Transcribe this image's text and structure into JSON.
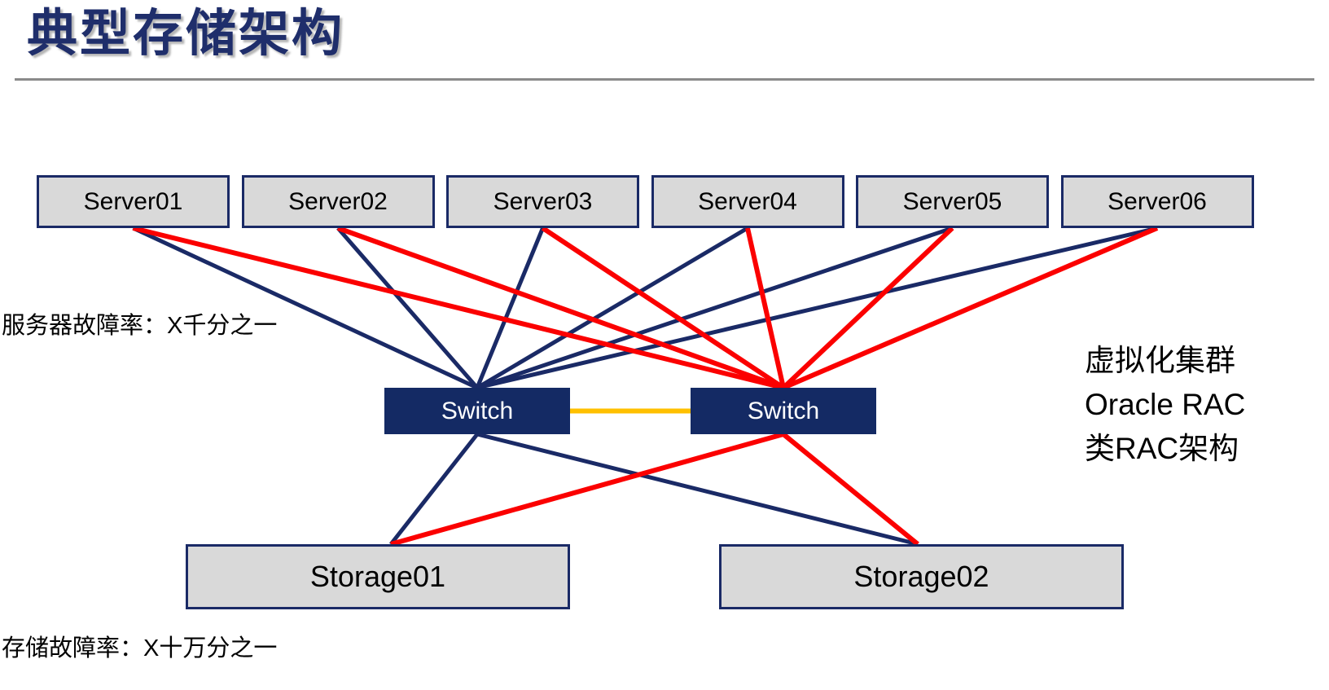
{
  "slide": {
    "title": "典型存储架构",
    "labels": {
      "server_failure_rate": "服务器故障率：X千分之一",
      "storage_failure_rate": "存储故障率：X十万分之一",
      "right_note_lines": [
        "虚拟化集群",
        "Oracle RAC",
        "类RAC架构"
      ]
    }
  },
  "diagram": {
    "nodes": {
      "servers": [
        {
          "id": "server-1",
          "label": "Server01"
        },
        {
          "id": "server-2",
          "label": "Server02"
        },
        {
          "id": "server-3",
          "label": "Server03"
        },
        {
          "id": "server-4",
          "label": "Server04"
        },
        {
          "id": "server-5",
          "label": "Server05"
        },
        {
          "id": "server-6",
          "label": "Server06"
        }
      ],
      "switches": [
        {
          "id": "switch-1",
          "label": "Switch"
        },
        {
          "id": "switch-2",
          "label": "Switch"
        }
      ],
      "storages": [
        {
          "id": "storage-1",
          "label": "Storage01"
        },
        {
          "id": "storage-2",
          "label": "Storage02"
        }
      ]
    },
    "connections": [
      {
        "from": "server-1",
        "to": "switch-1",
        "color": "navy"
      },
      {
        "from": "server-2",
        "to": "switch-1",
        "color": "navy"
      },
      {
        "from": "server-3",
        "to": "switch-1",
        "color": "navy"
      },
      {
        "from": "server-4",
        "to": "switch-1",
        "color": "navy"
      },
      {
        "from": "server-5",
        "to": "switch-1",
        "color": "navy"
      },
      {
        "from": "server-6",
        "to": "switch-1",
        "color": "navy"
      },
      {
        "from": "server-1",
        "to": "switch-2",
        "color": "red"
      },
      {
        "from": "server-2",
        "to": "switch-2",
        "color": "red"
      },
      {
        "from": "server-3",
        "to": "switch-2",
        "color": "red"
      },
      {
        "from": "server-4",
        "to": "switch-2",
        "color": "red"
      },
      {
        "from": "server-5",
        "to": "switch-2",
        "color": "red"
      },
      {
        "from": "server-6",
        "to": "switch-2",
        "color": "red"
      },
      {
        "from": "switch-1",
        "to": "storage-1",
        "color": "navy"
      },
      {
        "from": "switch-1",
        "to": "storage-2",
        "color": "navy"
      },
      {
        "from": "switch-2",
        "to": "storage-1",
        "color": "red"
      },
      {
        "from": "switch-2",
        "to": "storage-2",
        "color": "red"
      },
      {
        "from": "switch-1",
        "to": "switch-2",
        "color": "orange"
      }
    ],
    "colors": {
      "navy": "#1a2a66",
      "red": "#fb0000",
      "orange": "#ffc000",
      "box_fill": "#d9d9d9",
      "box_border": "#1a2a66",
      "switch_fill": "#142a64",
      "switch_text": "#ffffff",
      "title": "#1f2e6b",
      "divider": "#8a8a8a",
      "text": "#000000"
    }
  }
}
